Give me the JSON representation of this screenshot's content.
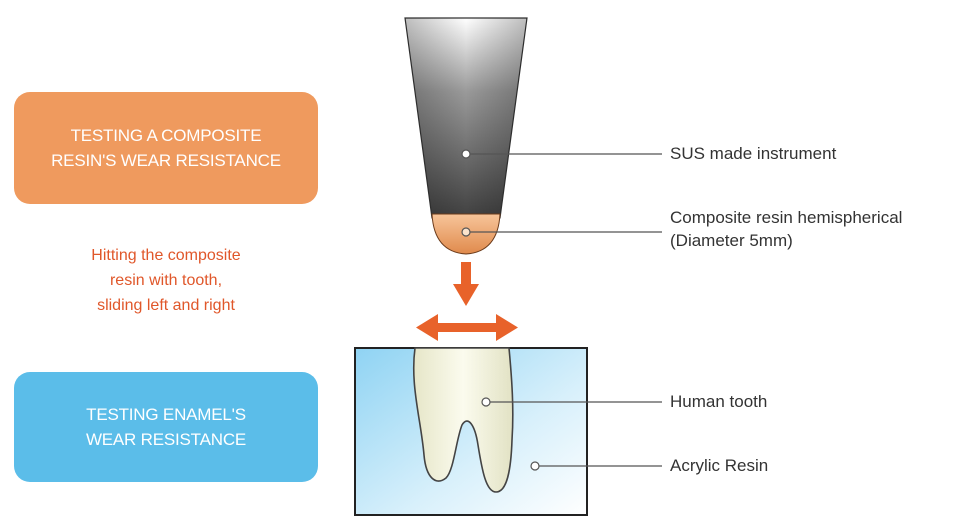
{
  "left_panel": {
    "top_box": {
      "lines": [
        "TESTING A COMPOSITE",
        "RESIN'S WEAR RESISTANCE"
      ]
    },
    "action_text": {
      "lines": [
        "Hitting the composite",
        "resin with tooth,",
        "sliding left and right"
      ]
    },
    "bottom_box": {
      "lines": [
        "TESTING ENAMEL'S",
        "WEAR RESISTANCE"
      ]
    }
  },
  "callouts": {
    "instrument": "SUS made instrument",
    "resin_line1": "Composite resin hemispherical",
    "resin_line2": "(Diameter 5mm)",
    "tooth": "Human tooth",
    "acrylic": "Acrylic Resin"
  },
  "colors": {
    "orange_box": "#ef9a5e",
    "blue_box": "#5bbde9",
    "arrow": "#e8622a",
    "text_accent": "#e0572a"
  }
}
